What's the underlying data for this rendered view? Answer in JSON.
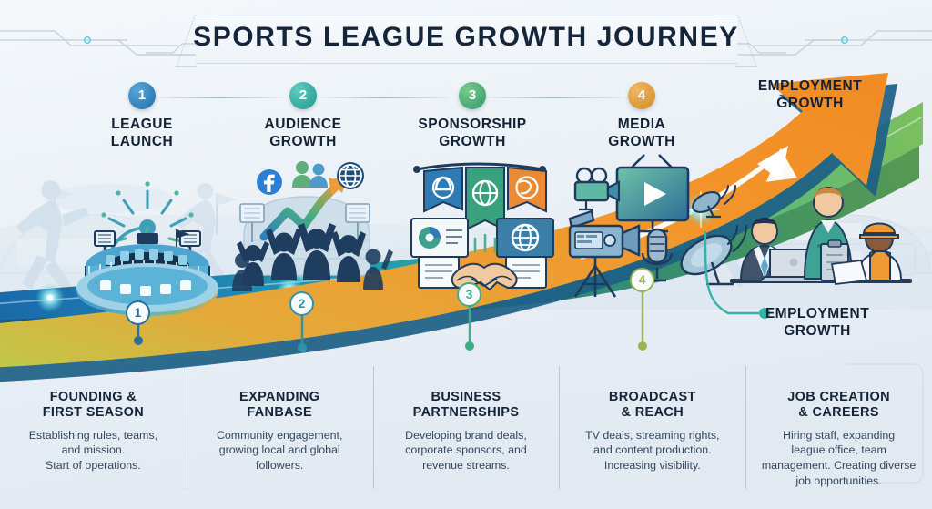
{
  "header": {
    "title": "SPORTS LEAGUE GROWTH JOURNEY"
  },
  "colors": {
    "step1": "#2f7fc0",
    "step2": "#2aa79b",
    "step3": "#48ab72",
    "step4": "#e09a35",
    "curve_start": "#1f6fae",
    "curve_mid": "#25a7a2",
    "curve_end": "#6cb865",
    "arrow": "#f0952f",
    "arrow_shadow": "#1d5f86",
    "title_text": "#14253c",
    "body_text": "#33475e",
    "accent_teal": "#34b3a8"
  },
  "steps": [
    {
      "number": "1",
      "label": "LEAGUE\nLAUNCH",
      "label_line1": "LEAGUE",
      "label_line2": "LAUNCH",
      "color": "#2f7fc0"
    },
    {
      "number": "2",
      "label_line1": "AUDIENCE",
      "label_line2": "GROWTH",
      "color": "#2aa79b"
    },
    {
      "number": "3",
      "label_line1": "SPONSORSHIP",
      "label_line2": "GROWTH",
      "color": "#48ab72"
    },
    {
      "number": "4",
      "label_line1": "MEDIA",
      "label_line2": "GROWTH",
      "color": "#e09a35"
    }
  ],
  "employment": {
    "top_line1": "EMPLOYMENT",
    "top_line2": "GROWTH",
    "low_line1": "EMPLOYMENT",
    "low_line2": "GROWTH"
  },
  "curve_markers": [
    {
      "number": "1",
      "color": "#2b6f9e"
    },
    {
      "number": "2",
      "color": "#2e93a8"
    },
    {
      "number": "3",
      "color": "#3fae86"
    },
    {
      "number": "4",
      "color": "#9cb34e"
    }
  ],
  "captions": [
    {
      "head_line1": "FOUNDING &",
      "head_line2": "FIRST SEASON",
      "body_line1": "Establishing rules, teams,",
      "body_line2": "and mission.",
      "body_line3": "Start of operations."
    },
    {
      "head_line1": "EXPANDING",
      "head_line2": "FANBASE",
      "body_line1": "Community engagement,",
      "body_line2": "growing local and global",
      "body_line3": "followers."
    },
    {
      "head_line1": "BUSINESS",
      "head_line2": "PARTNERSHIPS",
      "body_line1": "Developing brand deals,",
      "body_line2": "corporate sponsors, and",
      "body_line3": "revenue streams."
    },
    {
      "head_line1": "BROADCAST",
      "head_line2": "& REACH",
      "body_line1": "TV deals, streaming rights,",
      "body_line2": "and content production.",
      "body_line3": "Increasing visibility."
    },
    {
      "head_line1": "JOB CREATION",
      "head_line2": "& CAREERS",
      "body_line1": "Hiring staff, expanding",
      "body_line2": "league office, team",
      "body_line3": "management. Creating diverse",
      "body_line4": "job opportunities."
    }
  ],
  "icons": {
    "stadium": "stadium-icon",
    "fireworks": "fireworks-icon",
    "crowd": "crowd-icon",
    "facebook": "facebook-icon",
    "people": "people-group-icon",
    "globe": "globe-icon",
    "growth_arrow": "growth-arrow-icon",
    "banners": "sponsor-banners-icon",
    "handshake": "handshake-icon",
    "documents": "document-icon",
    "tv": "tv-play-icon",
    "film_camera": "film-camera-icon",
    "video_camera": "video-camera-tripod-icon",
    "microphone": "microphone-icon",
    "satellite": "satellite-dish-icon",
    "workers": "employment-people-icon",
    "big_arrow": "big-growth-arrow-icon"
  }
}
